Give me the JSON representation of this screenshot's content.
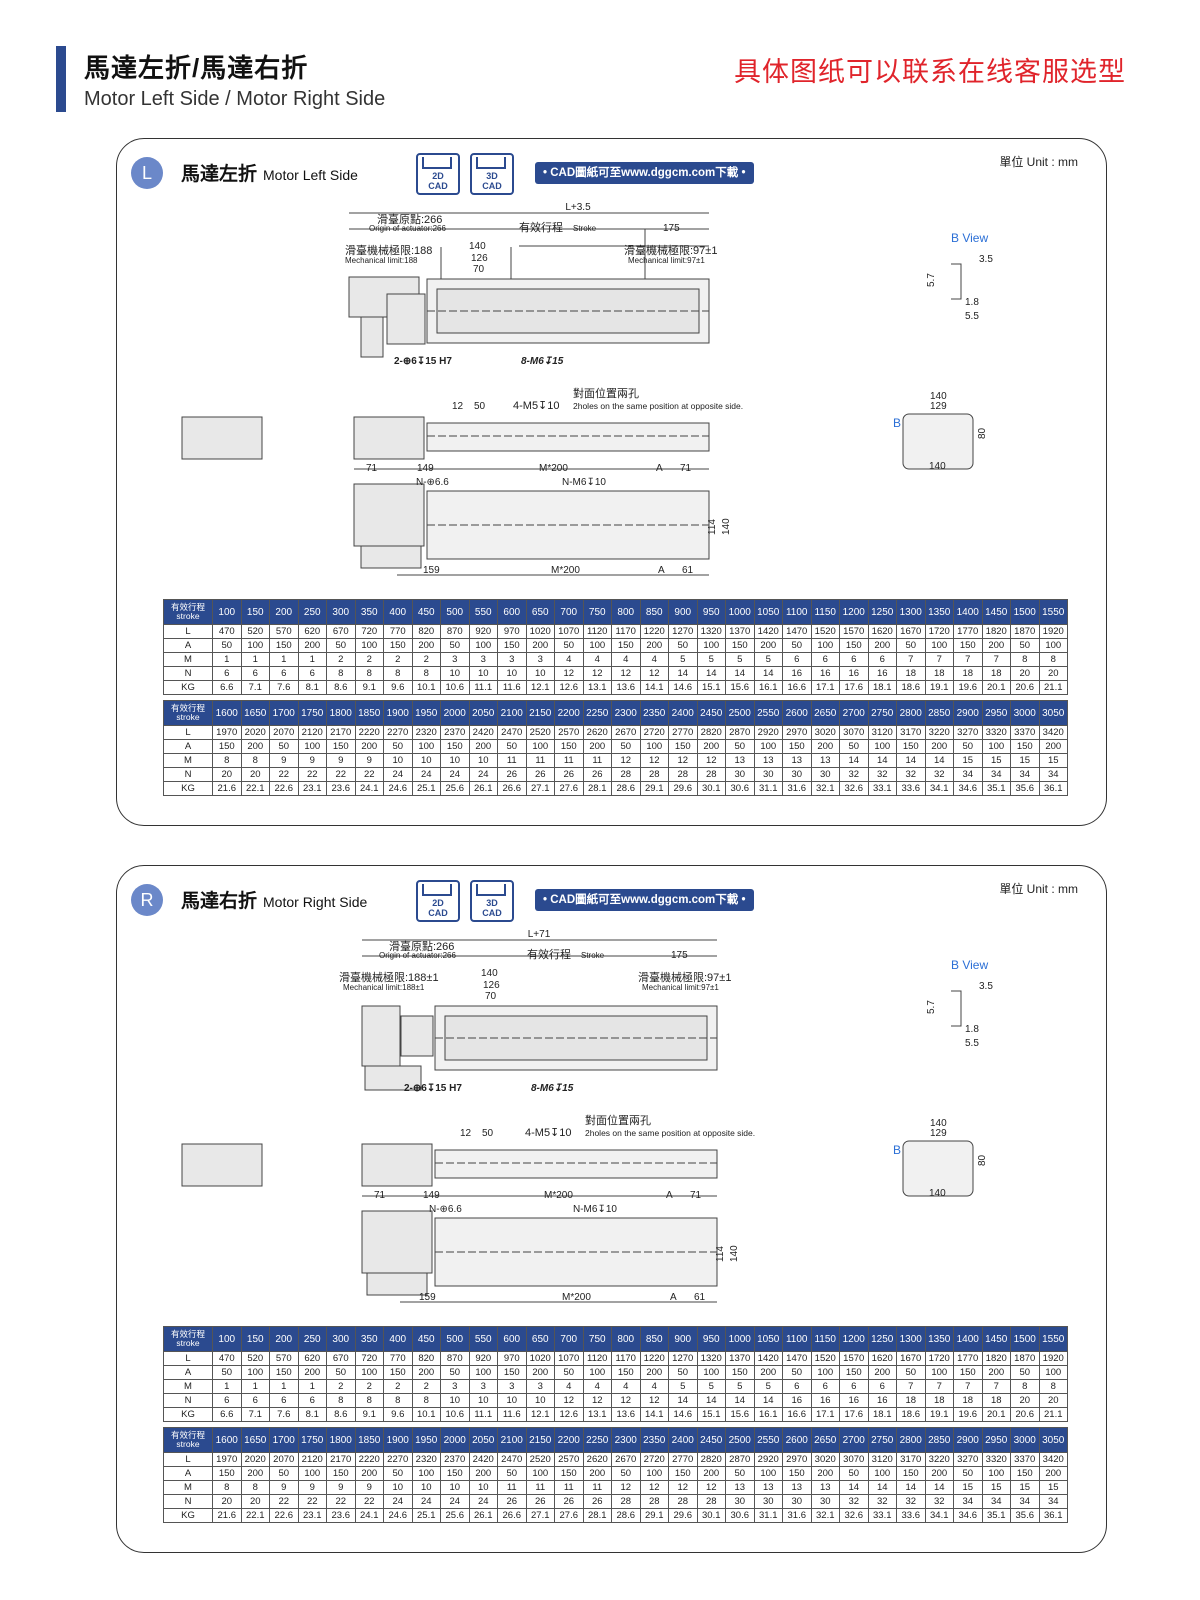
{
  "header": {
    "title": "馬達左折/馬達右折",
    "subtitle": "Motor Left Side / Motor Right Side",
    "right_note": "具体图纸可以联系在线客服选型"
  },
  "common": {
    "cad2d": "2D",
    "cad3d": "3D",
    "cad_label": "CAD",
    "download": "• CAD圖紙可至www.dggcm.com下載 •",
    "unit": "單位 Unit : mm",
    "stroke_header_cn": "有效行程",
    "stroke_header_en": "stroke",
    "dims": {
      "origin_cn": "滑臺原點:266",
      "origin_en": "Origin of actuator:266",
      "stroke_cn": "有效行程",
      "stroke_en": "Stroke",
      "d175": "175",
      "d140": "140",
      "d126": "126",
      "d70": "70",
      "hole_a": "2-⊕6↧15 H7",
      "hole_b": "8-M6↧15",
      "d12": "12",
      "d50": "50",
      "m5": "4-M5↧10",
      "opp_cn": "對面位置兩孔",
      "opp_en": "2holes on the same position at opposite side.",
      "d71": "71",
      "d149": "149",
      "m200": "M*200",
      "a": "A",
      "n66": "N-⊕6.6",
      "nm6": "N-M6↧10",
      "d114": "114",
      "d159": "159",
      "d61": "61",
      "bview": "B  View",
      "b": "B",
      "d35": "3.5",
      "d57": "5.7",
      "d18": "1.8",
      "d55": "5.5",
      "d129": "129",
      "d80": "80"
    },
    "table1_head": [
      "100",
      "150",
      "200",
      "250",
      "300",
      "350",
      "400",
      "450",
      "500",
      "550",
      "600",
      "650",
      "700",
      "750",
      "800",
      "850",
      "900",
      "950",
      "1000",
      "1050",
      "1100",
      "1150",
      "1200",
      "1250",
      "1300",
      "1350",
      "1400",
      "1450",
      "1500",
      "1550"
    ],
    "table1_rows": [
      {
        "label": "L",
        "v": [
          "470",
          "520",
          "570",
          "620",
          "670",
          "720",
          "770",
          "820",
          "870",
          "920",
          "970",
          "1020",
          "1070",
          "1120",
          "1170",
          "1220",
          "1270",
          "1320",
          "1370",
          "1420",
          "1470",
          "1520",
          "1570",
          "1620",
          "1670",
          "1720",
          "1770",
          "1820",
          "1870",
          "1920"
        ]
      },
      {
        "label": "A",
        "v": [
          "50",
          "100",
          "150",
          "200",
          "50",
          "100",
          "150",
          "200",
          "50",
          "100",
          "150",
          "200",
          "50",
          "100",
          "150",
          "200",
          "50",
          "100",
          "150",
          "200",
          "50",
          "100",
          "150",
          "200",
          "50",
          "100",
          "150",
          "200",
          "50",
          "100"
        ]
      },
      {
        "label": "M",
        "v": [
          "1",
          "1",
          "1",
          "1",
          "2",
          "2",
          "2",
          "2",
          "3",
          "3",
          "3",
          "3",
          "4",
          "4",
          "4",
          "4",
          "5",
          "5",
          "5",
          "5",
          "6",
          "6",
          "6",
          "6",
          "7",
          "7",
          "7",
          "7",
          "8",
          "8"
        ]
      },
      {
        "label": "N",
        "v": [
          "6",
          "6",
          "6",
          "6",
          "8",
          "8",
          "8",
          "8",
          "10",
          "10",
          "10",
          "10",
          "12",
          "12",
          "12",
          "12",
          "14",
          "14",
          "14",
          "14",
          "16",
          "16",
          "16",
          "16",
          "18",
          "18",
          "18",
          "18",
          "20",
          "20"
        ]
      },
      {
        "label": "KG",
        "v": [
          "6.6",
          "7.1",
          "7.6",
          "8.1",
          "8.6",
          "9.1",
          "9.6",
          "10.1",
          "10.6",
          "11.1",
          "11.6",
          "12.1",
          "12.6",
          "13.1",
          "13.6",
          "14.1",
          "14.6",
          "15.1",
          "15.6",
          "16.1",
          "16.6",
          "17.1",
          "17.6",
          "18.1",
          "18.6",
          "19.1",
          "19.6",
          "20.1",
          "20.6",
          "21.1"
        ]
      }
    ],
    "table2_head": [
      "1600",
      "1650",
      "1700",
      "1750",
      "1800",
      "1850",
      "1900",
      "1950",
      "2000",
      "2050",
      "2100",
      "2150",
      "2200",
      "2250",
      "2300",
      "2350",
      "2400",
      "2450",
      "2500",
      "2550",
      "2600",
      "2650",
      "2700",
      "2750",
      "2800",
      "2850",
      "2900",
      "2950",
      "3000",
      "3050"
    ],
    "table2_rows": [
      {
        "label": "L",
        "v": [
          "1970",
          "2020",
          "2070",
          "2120",
          "2170",
          "2220",
          "2270",
          "2320",
          "2370",
          "2420",
          "2470",
          "2520",
          "2570",
          "2620",
          "2670",
          "2720",
          "2770",
          "2820",
          "2870",
          "2920",
          "2970",
          "3020",
          "3070",
          "3120",
          "3170",
          "3220",
          "3270",
          "3320",
          "3370",
          "3420"
        ]
      },
      {
        "label": "A",
        "v": [
          "150",
          "200",
          "50",
          "100",
          "150",
          "200",
          "50",
          "100",
          "150",
          "200",
          "50",
          "100",
          "150",
          "200",
          "50",
          "100",
          "150",
          "200",
          "50",
          "100",
          "150",
          "200",
          "50",
          "100",
          "150",
          "200",
          "50",
          "100",
          "150",
          "200"
        ]
      },
      {
        "label": "M",
        "v": [
          "8",
          "8",
          "9",
          "9",
          "9",
          "9",
          "10",
          "10",
          "10",
          "10",
          "11",
          "11",
          "11",
          "11",
          "12",
          "12",
          "12",
          "12",
          "13",
          "13",
          "13",
          "13",
          "14",
          "14",
          "14",
          "14",
          "15",
          "15",
          "15",
          "15"
        ]
      },
      {
        "label": "N",
        "v": [
          "20",
          "20",
          "22",
          "22",
          "22",
          "22",
          "24",
          "24",
          "24",
          "24",
          "26",
          "26",
          "26",
          "26",
          "28",
          "28",
          "28",
          "28",
          "30",
          "30",
          "30",
          "30",
          "32",
          "32",
          "32",
          "32",
          "34",
          "34",
          "34",
          "34"
        ]
      },
      {
        "label": "KG",
        "v": [
          "21.6",
          "22.1",
          "22.6",
          "23.1",
          "23.6",
          "24.1",
          "24.6",
          "25.1",
          "25.6",
          "26.1",
          "26.6",
          "27.1",
          "27.6",
          "28.1",
          "28.6",
          "29.1",
          "29.6",
          "30.1",
          "30.6",
          "31.1",
          "31.6",
          "32.1",
          "32.6",
          "33.1",
          "33.6",
          "34.1",
          "34.6",
          "35.1",
          "35.6",
          "36.1"
        ]
      }
    ]
  },
  "left": {
    "badge": "L",
    "title_cn": "馬達左折",
    "title_en": "Motor Left Side",
    "total": "L+3.5",
    "mech_left_cn": "滑臺機械極限:188",
    "mech_left_en": "Mechanical limit:188",
    "mech_right_cn": "滑臺機械極限:97±1",
    "mech_right_en": "Mechanical limit:97±1"
  },
  "right": {
    "badge": "R",
    "title_cn": "馬達右折",
    "title_en": "Motor Right Side",
    "total": "L+71",
    "mech_left_cn": "滑臺機械極限:188±1",
    "mech_left_en": "Mechanical limit:188±1",
    "mech_right_cn": "滑臺機械極限:97±1",
    "mech_right_en": "Mechanical limit:97±1"
  },
  "colors": {
    "accent": "#2b4a8f",
    "badge": "#6b88c9",
    "note_red": "#e0242b"
  }
}
